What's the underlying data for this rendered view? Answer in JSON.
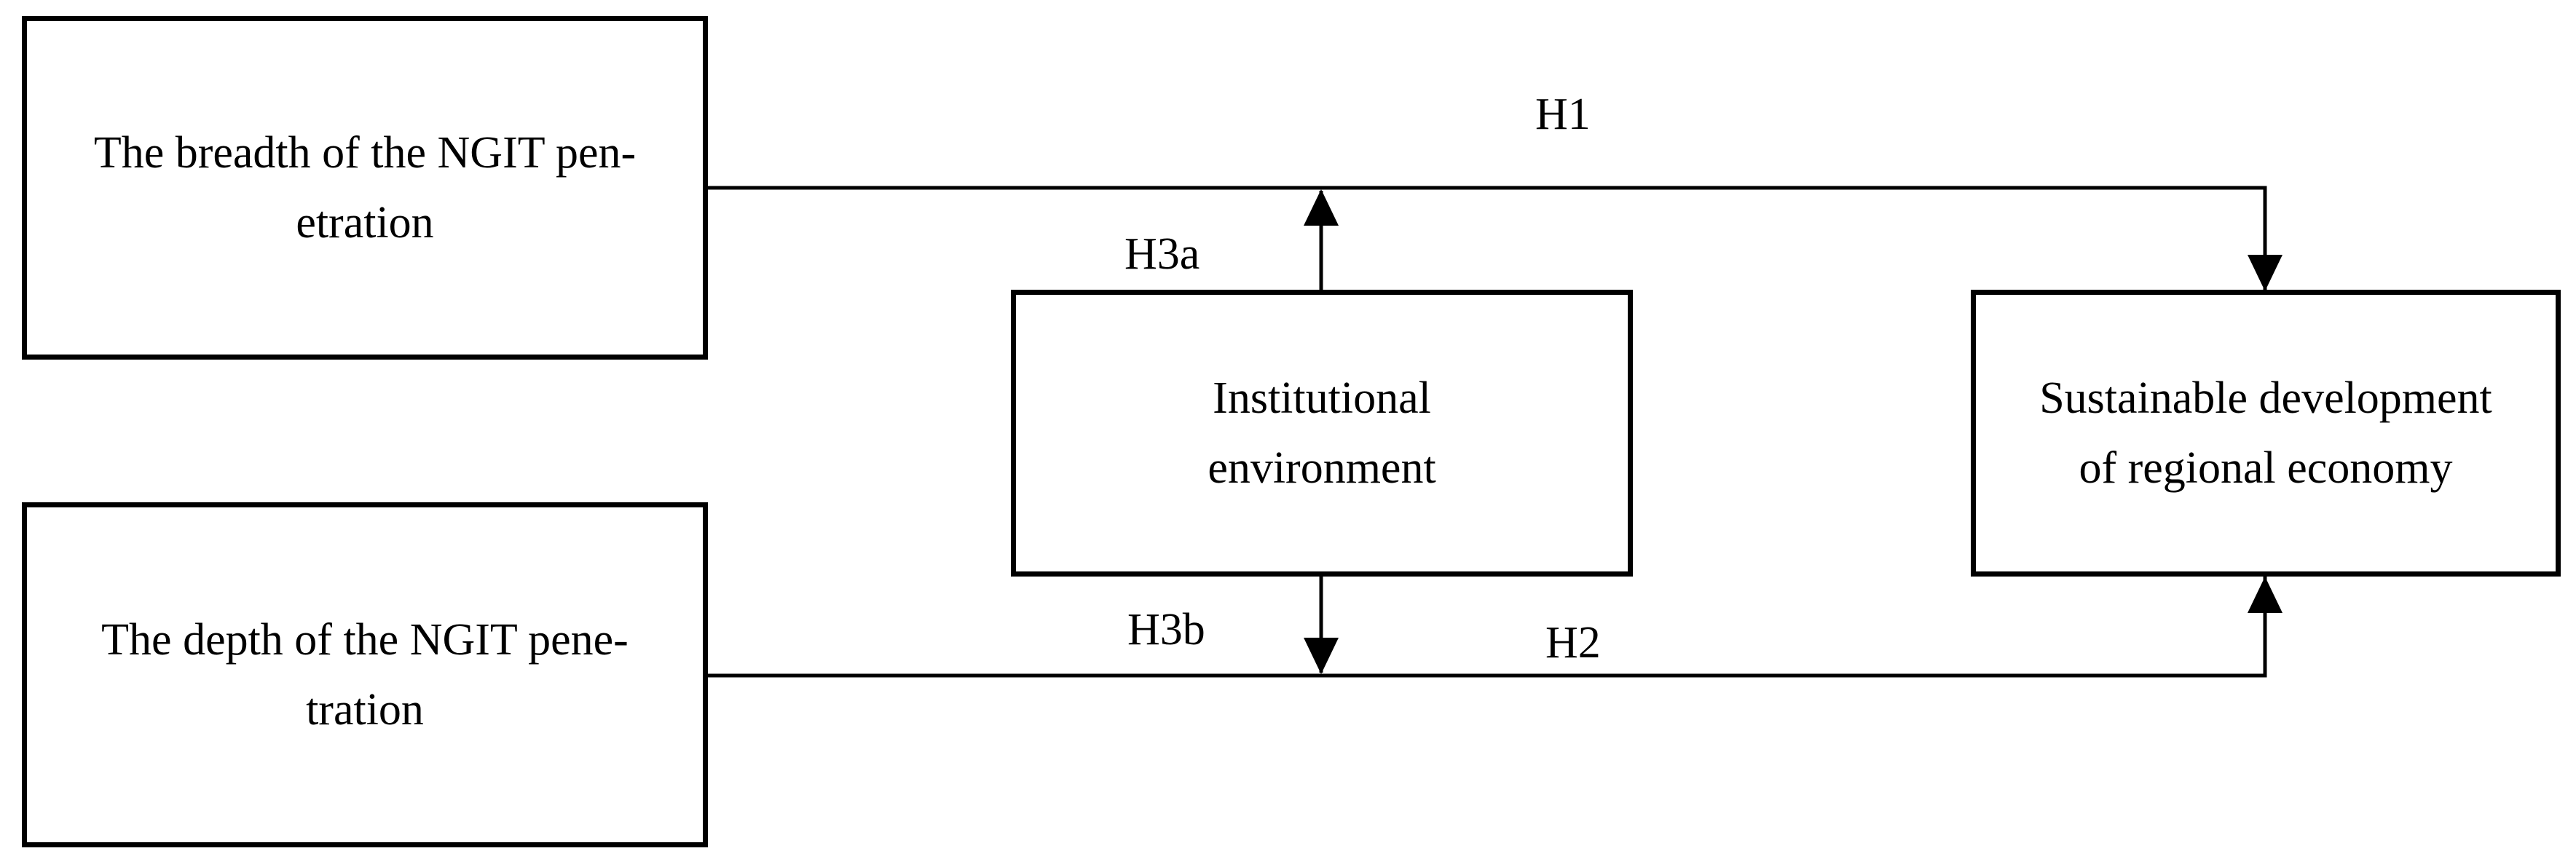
{
  "nodes": {
    "breadth": "The breadth of the NGIT pen-\netration",
    "depth": "The depth of the NGIT pene-\ntration",
    "institutional": "Institutional\nenvironment",
    "sustainable": "Sustainable development\nof regional economy"
  },
  "edges": {
    "h1": "H1",
    "h2": "H2",
    "h3a": "H3a",
    "h3b": "H3b"
  },
  "colors": {
    "stroke": "#000000",
    "background": "#ffffff"
  }
}
